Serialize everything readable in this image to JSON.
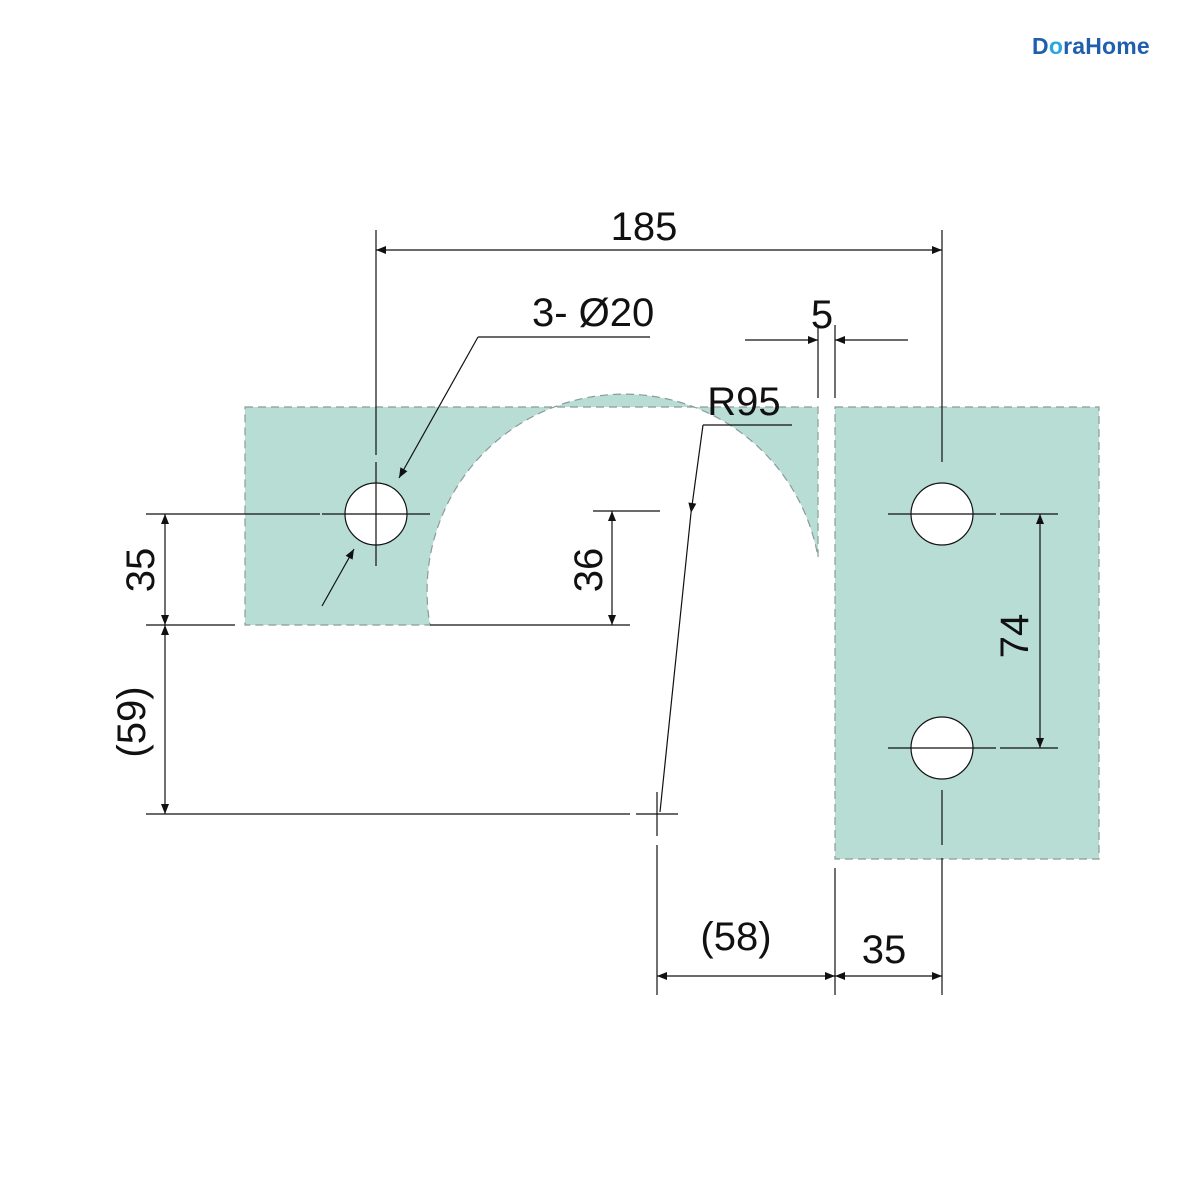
{
  "brand": {
    "name_prefix": "D",
    "name_mark": "o",
    "name_suffix": "raHome",
    "color": "#1f5fae",
    "accent": "#2aa6e0"
  },
  "drawing": {
    "plate_color": "#b7ddd5",
    "line_color": "#111111",
    "dimensions": {
      "overall_width": "185",
      "holes": "3- Ø20",
      "radius": "R95",
      "gap": "5",
      "hole_offset_left": "35",
      "arc_height": "36",
      "offset_vertical": "(59)",
      "hole_spacing": "74",
      "offset_horizontal": "(58)",
      "hole_offset_right": "35"
    }
  }
}
